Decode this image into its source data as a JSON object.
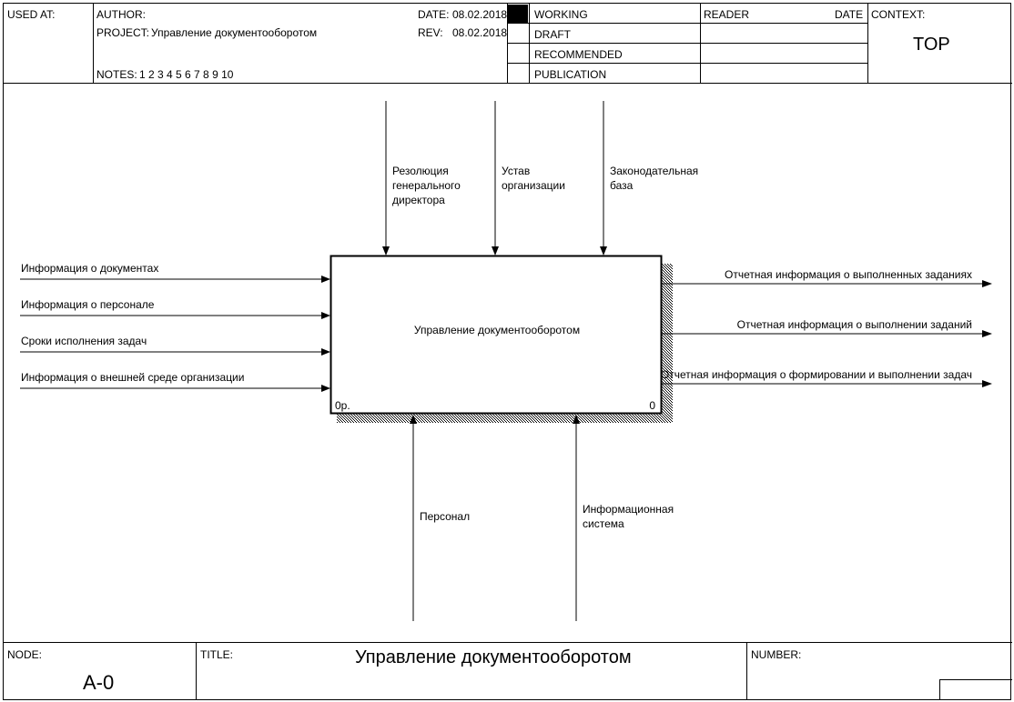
{
  "header": {
    "used_at_label": "USED AT:",
    "author_label": "AUTHOR:",
    "project_label": "PROJECT:",
    "project_value": "Управление документооборотом",
    "notes_label": "NOTES:",
    "notes_values": "1  2  3  4  5  6  7  8  9  10",
    "date_label": "DATE:",
    "date_value": "08.02.2018",
    "rev_label": "REV:",
    "rev_value": "08.02.2018",
    "status": [
      "WORKING",
      "DRAFT",
      "RECOMMENDED",
      "PUBLICATION"
    ],
    "reader_label": "READER",
    "reader_date_label": "DATE",
    "context_label": "CONTEXT:",
    "context_value": "TOP"
  },
  "diagram": {
    "box_label": "Управление документооборотом",
    "box_cost": "0р.",
    "box_number": "0",
    "inputs": [
      "Информация о документах",
      "Информация о персонале",
      "Сроки исполнения задач",
      "Информация о внешней среде организации"
    ],
    "controls": [
      [
        "Резолюция",
        "генерального",
        "директора"
      ],
      [
        "Устав",
        "организации"
      ],
      [
        "Законодательная",
        "база"
      ]
    ],
    "outputs": [
      "Отчетная информация о выполненных заданиях",
      "Отчетная информация о выполнении заданий",
      "Отчетная информация о формировании и выполнении задач"
    ],
    "mechanisms": [
      [
        "Персонал"
      ],
      [
        "Информационная",
        "система"
      ]
    ]
  },
  "footer": {
    "node_label": "NODE:",
    "node_value": "A-0",
    "title_label": "TITLE:",
    "title_value": "Управление документооборотом",
    "number_label": "NUMBER:"
  },
  "colors": {
    "line": "#000000",
    "background": "#ffffff"
  }
}
